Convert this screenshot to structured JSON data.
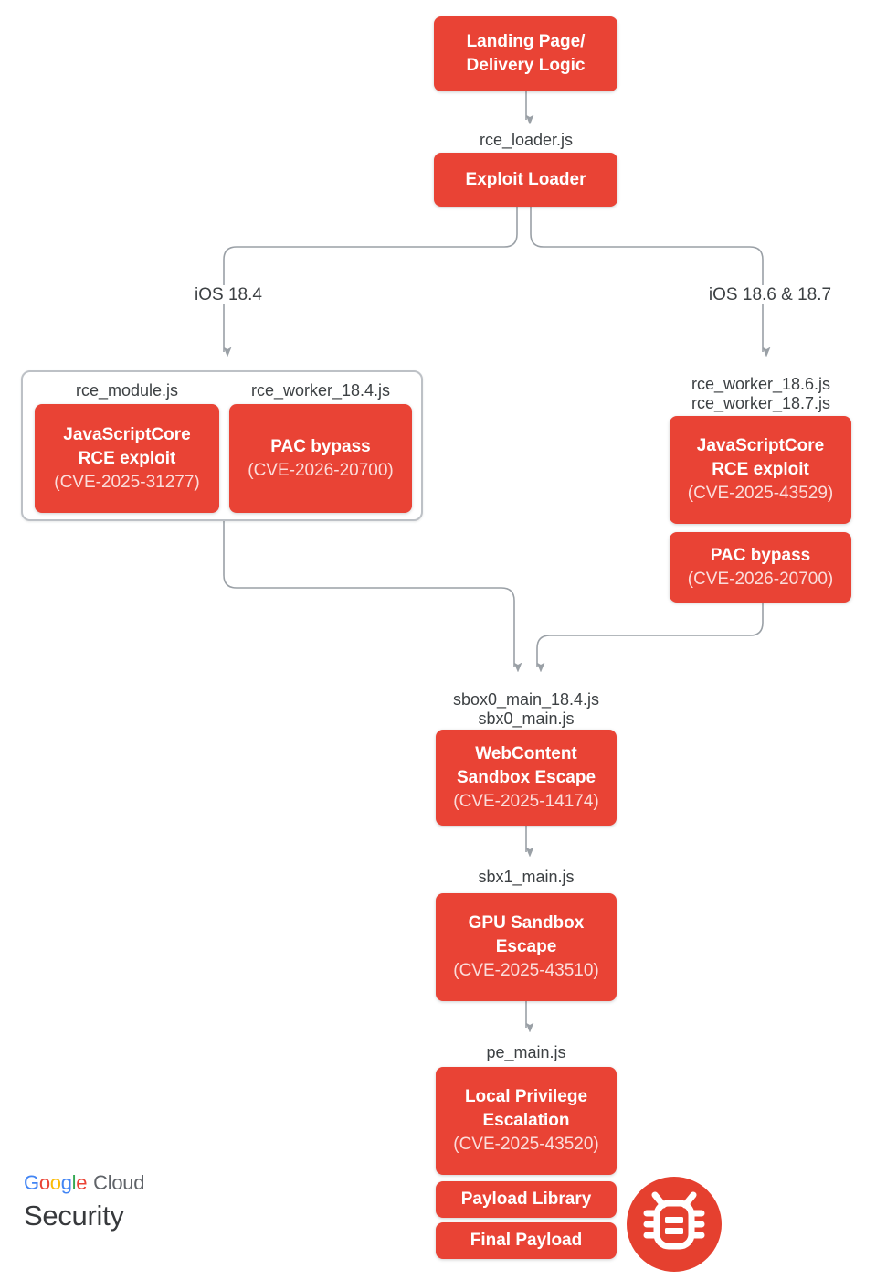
{
  "colors": {
    "background": "#FFFFFF",
    "node_red": "#E94335",
    "node_title_text": "#FFFFFF",
    "node_cve_text": "#FBDDDB",
    "connector": "#9AA0A6",
    "label_text": "#3C4043",
    "group_border": "#BDC1C6",
    "bug_red": "#E5402F"
  },
  "diagram": {
    "landing": {
      "line1": "Landing Page/",
      "line2": "Delivery Logic"
    },
    "rce_loader_label": "rce_loader.js",
    "exploit_loader": {
      "line1": "Exploit Loader"
    },
    "branch_left_label": "iOS 18.4",
    "branch_right_label": "iOS 18.6 & 18.7",
    "group_left": {
      "module_label": "rce_module.js",
      "worker_label": "rce_worker_18.4.js",
      "jsc": {
        "line1": "JavaScriptCore",
        "line2": "RCE exploit",
        "cve": "(CVE-2025-31277)"
      },
      "pac": {
        "line1": "PAC bypass",
        "cve": "(CVE-2026-20700)"
      }
    },
    "right_branch": {
      "worker_label1": "rce_worker_18.6.js",
      "worker_label2": "rce_worker_18.7.js",
      "jsc": {
        "line1": "JavaScriptCore",
        "line2": "RCE exploit",
        "cve": "(CVE-2025-43529)"
      },
      "pac": {
        "line1": "PAC bypass",
        "cve": "(CVE-2026-20700)"
      }
    },
    "sbox_label1": "sbox0_main_18.4.js",
    "sbox_label2": "sbx0_main.js",
    "webcontent": {
      "line1": "WebContent",
      "line2": "Sandbox Escape",
      "cve": "(CVE-2025-14174)"
    },
    "sbx1_label": "sbx1_main.js",
    "gpu": {
      "line1": "GPU Sandbox",
      "line2": "Escape",
      "cve": "(CVE-2025-43510)"
    },
    "pe_label": "pe_main.js",
    "lpe": {
      "line1": "Local Privilege",
      "line2": "Escalation",
      "cve": "(CVE-2025-43520)"
    },
    "payload_library_label": "Payload Library",
    "final_payload_label": "Final Payload"
  },
  "footer": {
    "google_letters": [
      [
        "G",
        "#4285F4"
      ],
      [
        "o",
        "#EA4335"
      ],
      [
        "o",
        "#FBBC05"
      ],
      [
        "g",
        "#4285F4"
      ],
      [
        "l",
        "#34A853"
      ],
      [
        "e",
        "#EA4335"
      ]
    ],
    "cloud_label": "Cloud",
    "security_label": "Security"
  }
}
